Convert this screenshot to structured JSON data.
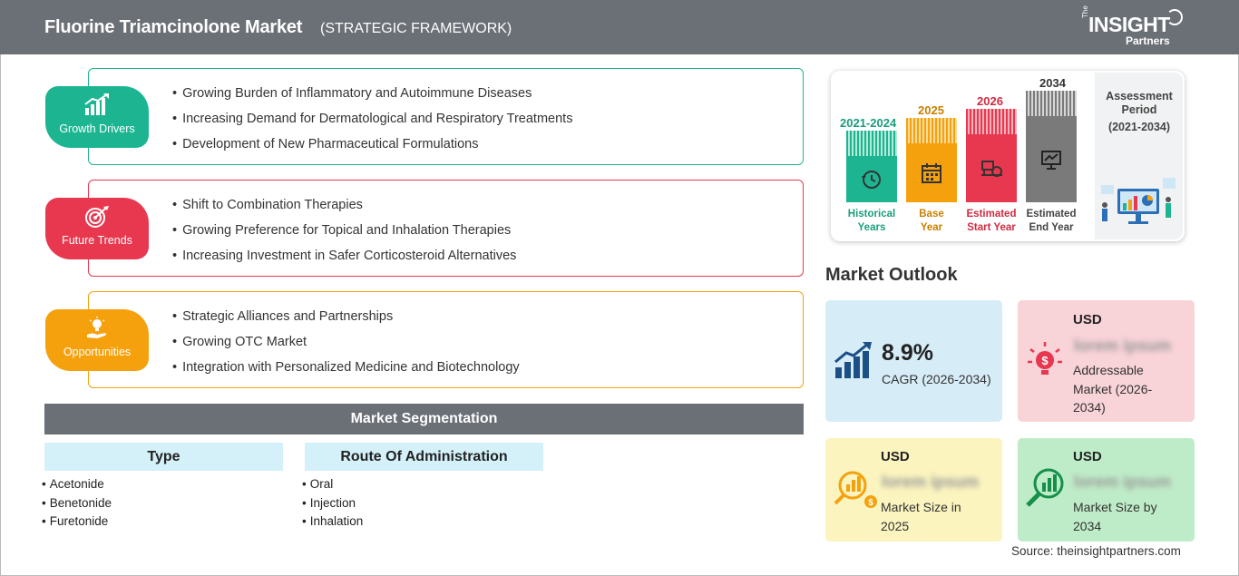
{
  "header": {
    "title": "Fluorine Triamcinolone Market",
    "subtitle": "(STRATEGIC FRAMEWORK)",
    "logo_the": "The",
    "logo_main": "INSIGHT",
    "logo_sub": "Partners"
  },
  "framework": [
    {
      "label": "Growth Drivers",
      "icon": "growth-chart-icon",
      "color": "#1db591",
      "items": [
        "Growing Burden of Inflammatory and Autoimmune Diseases",
        "Increasing Demand for Dermatological and Respiratory Treatments",
        "Development of New Pharmaceutical Formulations"
      ]
    },
    {
      "label": "Future Trends",
      "icon": "target-icon",
      "color": "#e8384f",
      "items": [
        "Shift to Combination Therapies",
        "Growing Preference for Topical and Inhalation Therapies",
        "Increasing Investment in Safer Corticosteroid Alternatives"
      ]
    },
    {
      "label": "Opportunities",
      "icon": "lightbulb-hand-icon",
      "color": "#f5a10e",
      "items": [
        "Strategic Alliances and Partnerships",
        "Growing OTC Market",
        "Integration with Personalized Medicine and Biotechnology"
      ]
    }
  ],
  "segmentation": {
    "title": "Market Segmentation",
    "columns": [
      {
        "heading": "Type",
        "items": [
          "Acetonide",
          "Benetonide",
          "Furetonide"
        ]
      },
      {
        "heading": "Route Of Administration",
        "items": [
          "Oral",
          "Injection",
          "Inhalation"
        ]
      }
    ]
  },
  "assessment": {
    "title": "Assessment Period",
    "range": "(2021-2034)",
    "bars": [
      {
        "year": "2021-2024",
        "label_line1": "Historical",
        "label_line2": "Years",
        "color": "#1db591",
        "icon": "history-icon"
      },
      {
        "year": "2025",
        "label_line1": "Base",
        "label_line2": "Year",
        "color": "#f5a10e",
        "icon": "calendar-icon"
      },
      {
        "year": "2026",
        "label_line1": "Estimated",
        "label_line2": "Start Year",
        "color": "#e8384f",
        "icon": "forecast-icon"
      },
      {
        "year": "2034",
        "label_line1": "Estimated",
        "label_line2": "End Year",
        "color": "#7a7a7a",
        "icon": "presentation-icon"
      }
    ]
  },
  "outlook": {
    "title": "Market Outlook",
    "cagr": {
      "value": "8.9%",
      "label": "CAGR (2026-2034)",
      "color": "#d6ecf7",
      "icon": "growth-chart-icon"
    },
    "addressable": {
      "usd": "USD",
      "value": "lorem ipsum",
      "label_line1": "Addressable",
      "label_line2": "Market (2026-",
      "label_line3": "2034)",
      "color": "#f8d3d8",
      "icon": "dollar-bulb-icon"
    },
    "size2025": {
      "usd": "USD",
      "value": "lorem ipsum",
      "label_line1": "Market Size in",
      "label_line2": "2025",
      "color": "#fbf4bf",
      "icon": "money-chart-icon"
    },
    "size2034": {
      "usd": "USD",
      "value": "lorem ipsum",
      "label_line1": "Market Size by",
      "label_line2": "2034",
      "color": "#bfecc8",
      "icon": "magnifier-chart-icon"
    }
  },
  "source": "Source: theinsightpartners.com"
}
